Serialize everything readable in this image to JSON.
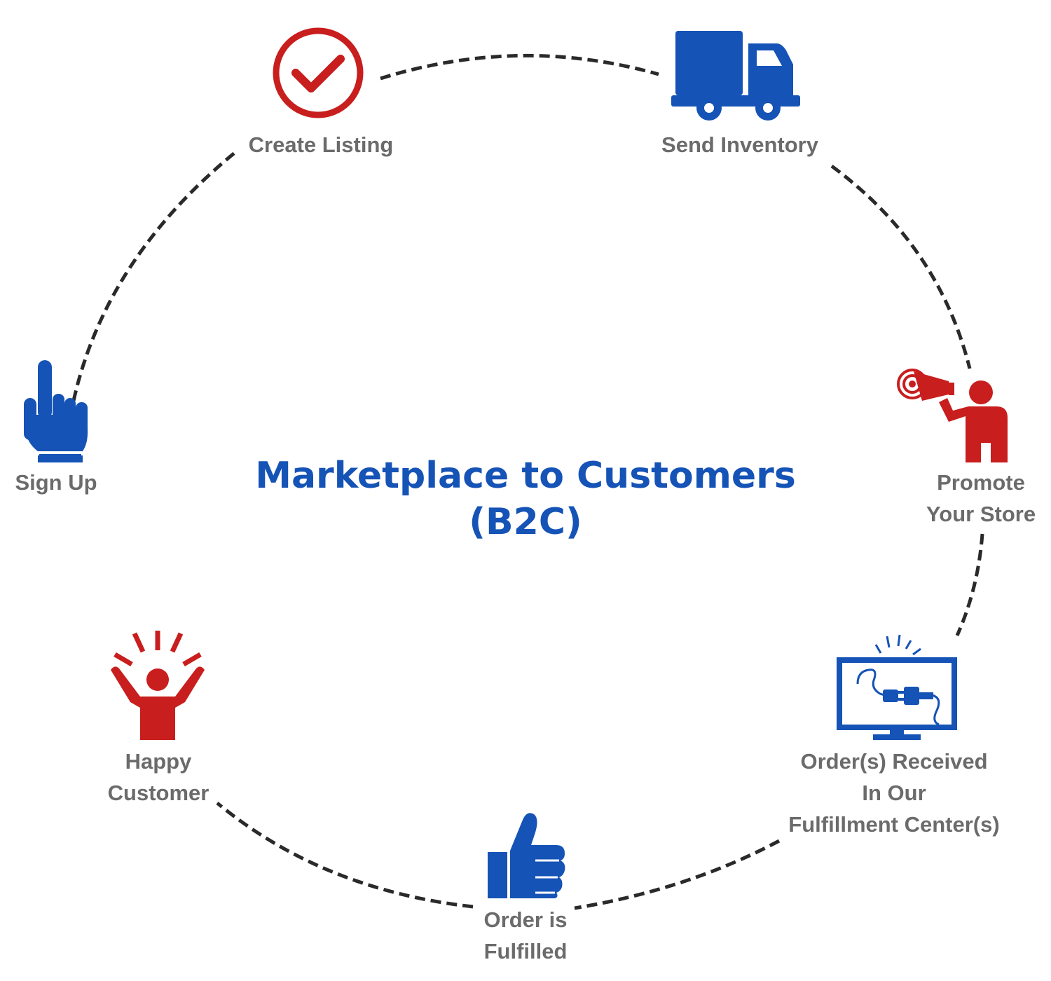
{
  "title": {
    "line1": "Marketplace to Customers",
    "line2": "(B2C)"
  },
  "colors": {
    "blue": "#1553b6",
    "red": "#c81e1e",
    "label_gray": "#6b6b6b",
    "connector": "#2a2a2a"
  },
  "steps": [
    {
      "id": "sign-up",
      "icon": "pointing-hand-icon",
      "lines": [
        "Sign Up"
      ]
    },
    {
      "id": "create-listing",
      "icon": "checkmark-circle-icon",
      "lines": [
        "Create Listing"
      ]
    },
    {
      "id": "send-inventory",
      "icon": "delivery-truck-icon",
      "lines": [
        "Send Inventory"
      ]
    },
    {
      "id": "promote-store",
      "icon": "megaphone-person-icon",
      "lines": [
        "Promote",
        "Your Store"
      ]
    },
    {
      "id": "orders-received",
      "icon": "monitor-plug-icon",
      "lines": [
        "Order(s) Received",
        "In Our",
        "Fulfillment Center(s)"
      ]
    },
    {
      "id": "order-fulfilled",
      "icon": "thumbs-up-icon",
      "lines": [
        "Order is",
        "Fulfilled"
      ]
    },
    {
      "id": "happy-customer",
      "icon": "happy-person-icon",
      "lines": [
        "Happy",
        "Customer"
      ]
    }
  ]
}
